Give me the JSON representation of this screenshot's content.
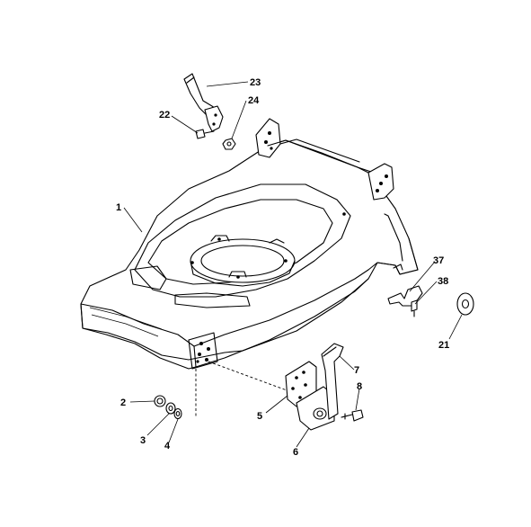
{
  "callouts": [
    {
      "id": "c1",
      "label": "1"
    },
    {
      "id": "c2",
      "label": "2"
    },
    {
      "id": "c3",
      "label": "3"
    },
    {
      "id": "c4",
      "label": "4"
    },
    {
      "id": "c5",
      "label": "5"
    },
    {
      "id": "c6",
      "label": "6"
    },
    {
      "id": "c7",
      "label": "7"
    },
    {
      "id": "c8",
      "label": "8"
    },
    {
      "id": "c21",
      "label": "21"
    },
    {
      "id": "c22",
      "label": "22"
    },
    {
      "id": "c23",
      "label": "23"
    },
    {
      "id": "c24",
      "label": "24"
    },
    {
      "id": "c37",
      "label": "37"
    },
    {
      "id": "c38",
      "label": "38"
    }
  ]
}
